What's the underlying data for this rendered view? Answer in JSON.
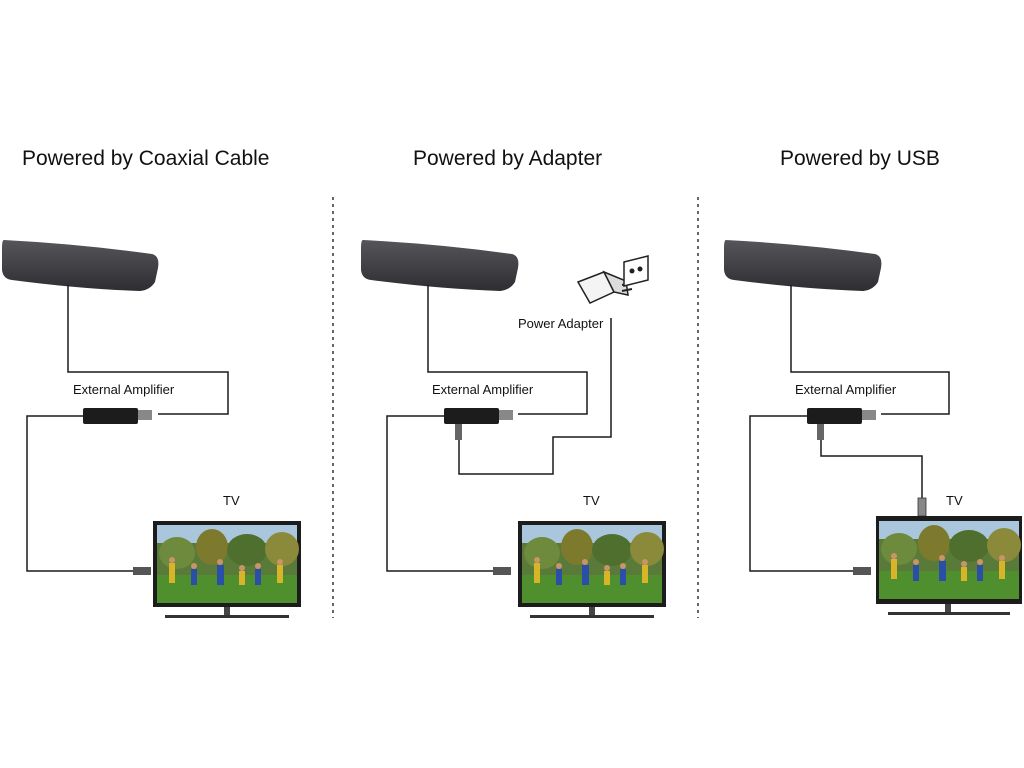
{
  "panels": [
    {
      "title": "Powered by Coaxial Cable",
      "amplifier_label": "External Amplifier",
      "tv_label": "TV"
    },
    {
      "title": "Powered by Adapter",
      "amplifier_label": "External Amplifier",
      "tv_label": "TV",
      "adapter_label": "Power Adapter"
    },
    {
      "title": "Powered by USB",
      "amplifier_label": "External Amplifier",
      "tv_label": "TV"
    }
  ],
  "colors": {
    "antenna": "#3d3d40",
    "cable": "#1a1a1a",
    "tv_frame": "#1c1c1c",
    "pitch": "#4f8f2e",
    "sky": "#a9c6dc"
  }
}
